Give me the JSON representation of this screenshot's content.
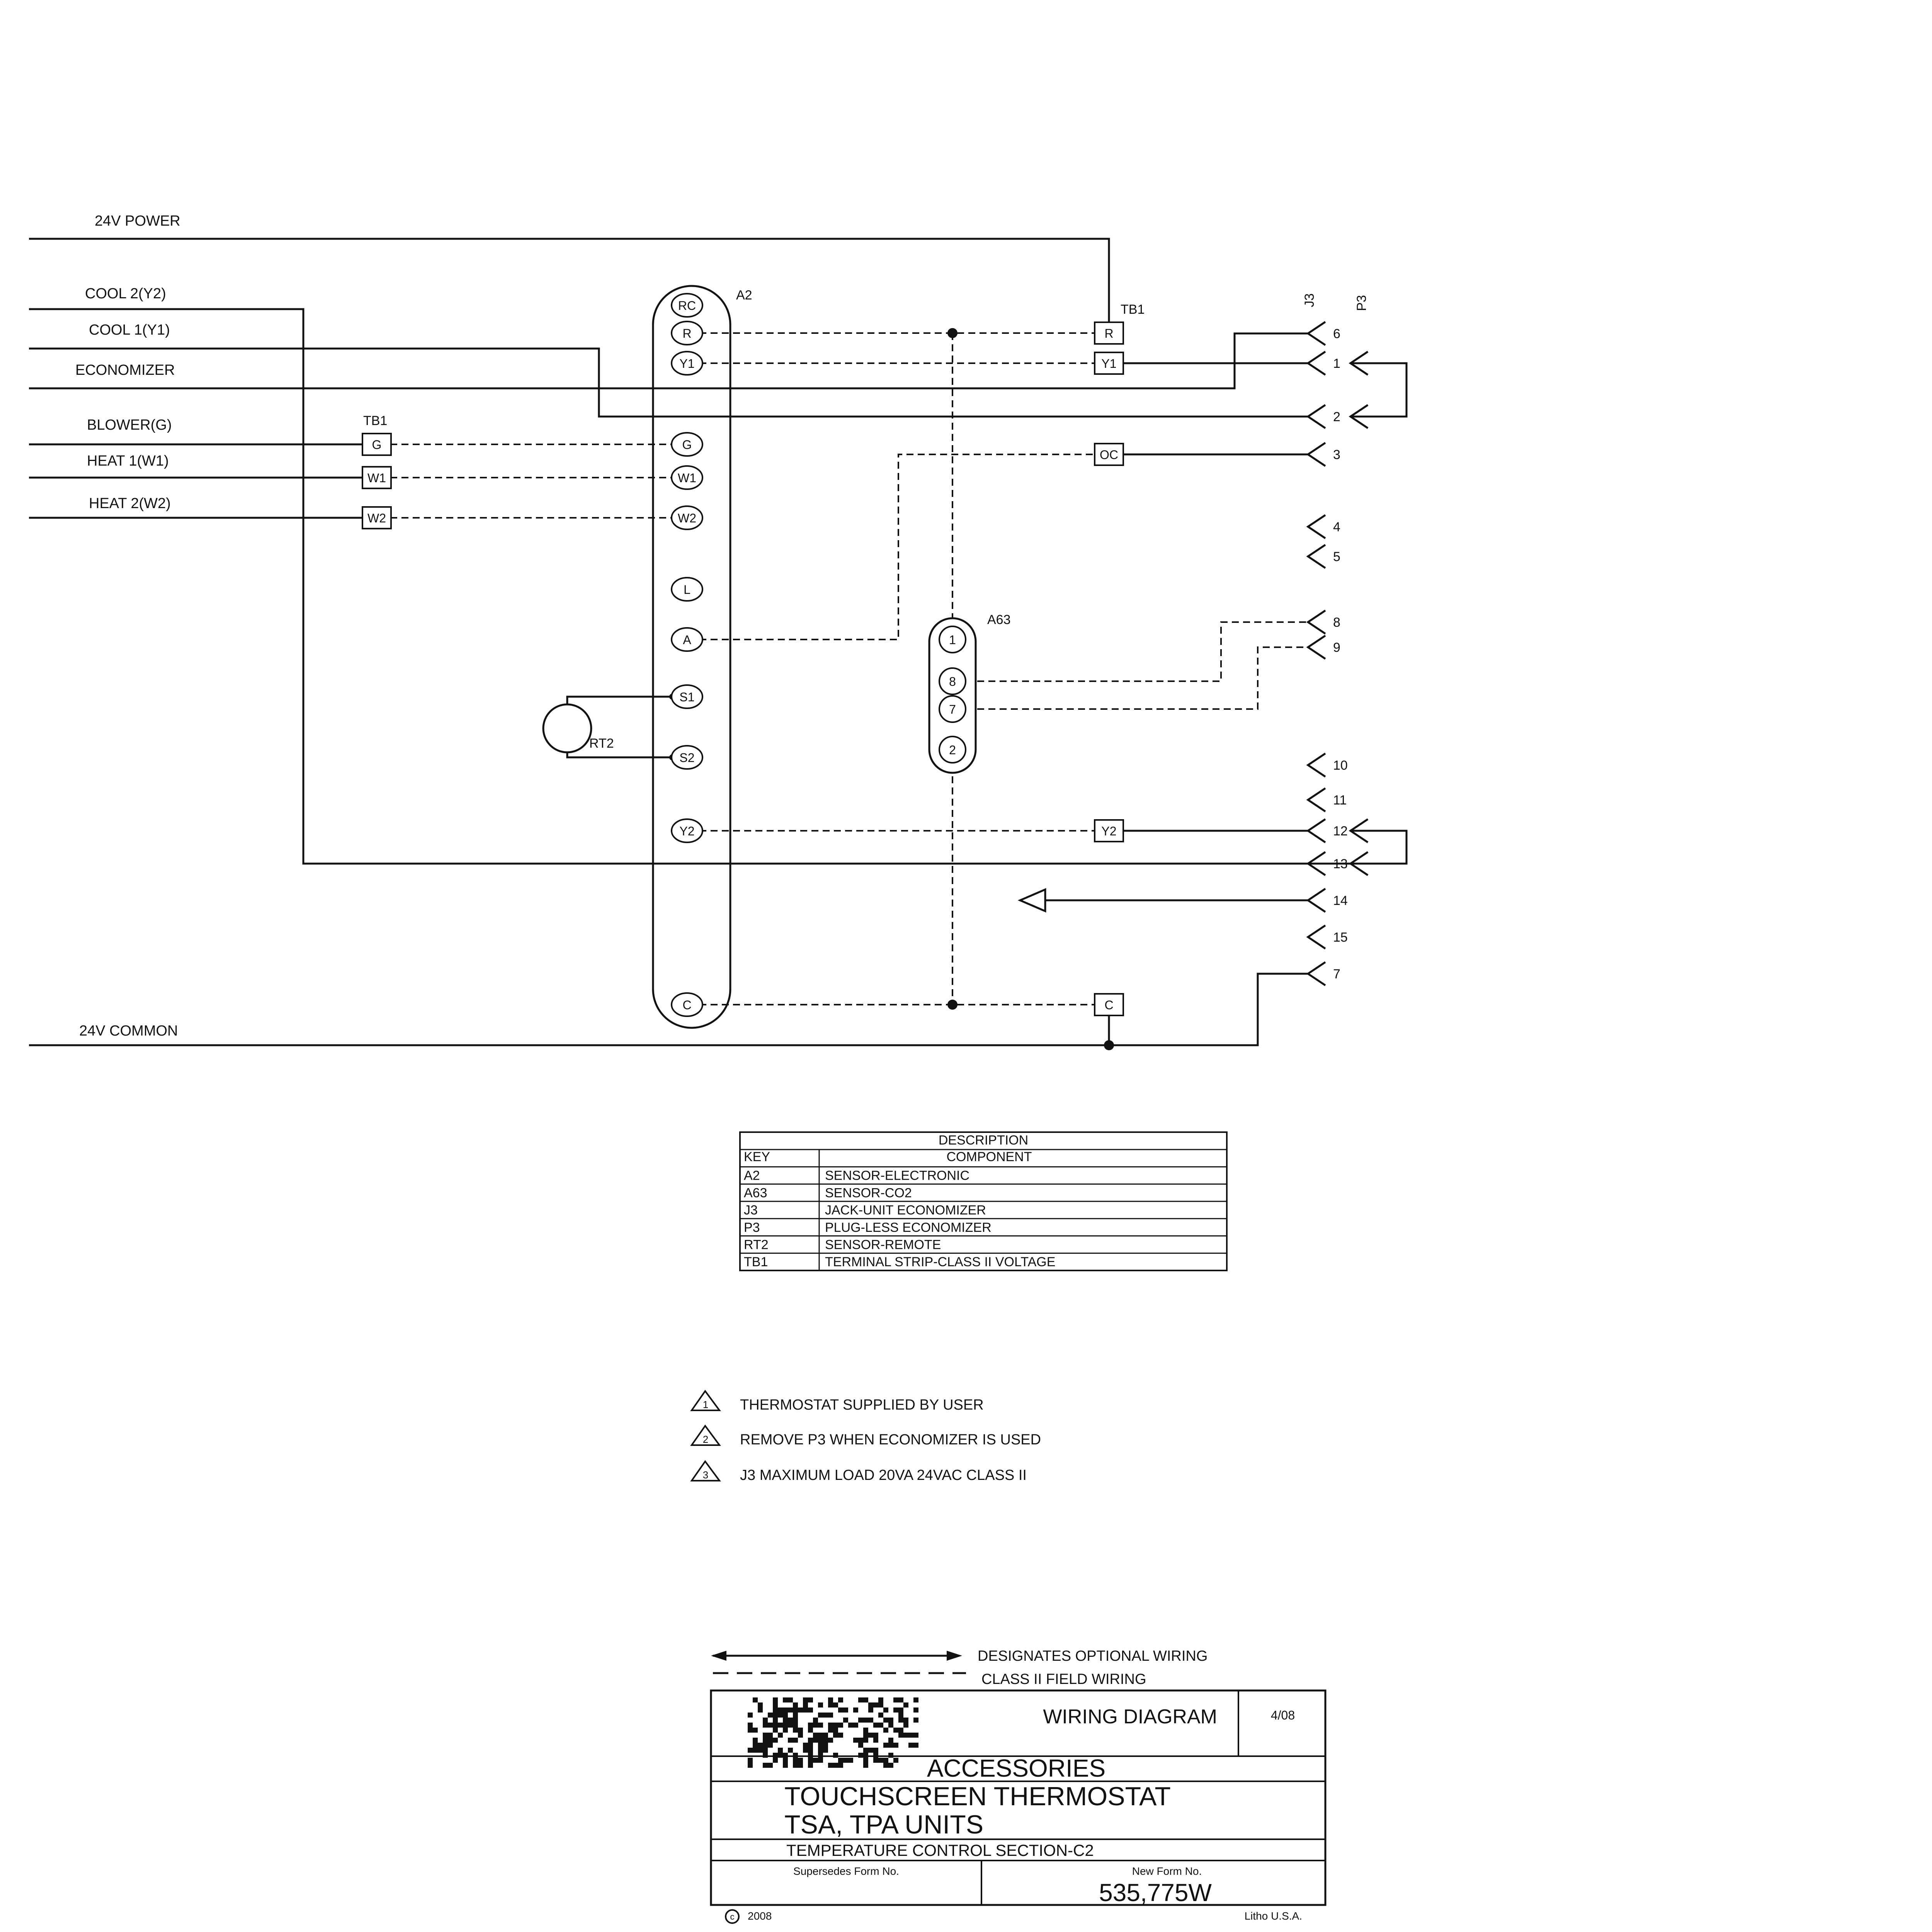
{
  "left_labels": {
    "power": "24V POWER",
    "cool2": "COOL 2(Y2)",
    "cool1": "COOL 1(Y1)",
    "economizer": "ECONOMIZER",
    "blower": "BLOWER(G)",
    "heat1": "HEAT 1(W1)",
    "heat2": "HEAT 2(W2)",
    "common": "24V COMMON"
  },
  "component_tags": {
    "a2": "A2",
    "tb1_left": "TB1",
    "tb1_right": "TB1",
    "a63": "A63",
    "rt2": "RT2",
    "j3": "J3",
    "p3": "P3"
  },
  "a2_terminals": [
    "RC",
    "R",
    "Y1",
    "G",
    "W1",
    "W2",
    "L",
    "A",
    "S1",
    "S2",
    "Y2",
    "C"
  ],
  "tb1_left_terminals": [
    "G",
    "W1",
    "W2"
  ],
  "tb1_right_terminals": [
    "R",
    "Y1",
    "OC",
    "Y2",
    "C"
  ],
  "a63_terminals": [
    "1",
    "8",
    "7",
    "2"
  ],
  "connector_pins": [
    "6",
    "1",
    "2",
    "3",
    "4",
    "5",
    "8",
    "9",
    "10",
    "11",
    "12",
    "13",
    "14",
    "15",
    "7"
  ],
  "table": {
    "title": "DESCRIPTION",
    "col_key": "KEY",
    "col_component": "COMPONENT",
    "rows": [
      {
        "key": "A2",
        "component": "SENSOR-ELECTRONIC"
      },
      {
        "key": "A63",
        "component": "SENSOR-CO2"
      },
      {
        "key": "J3",
        "component": "JACK-UNIT ECONOMIZER"
      },
      {
        "key": "P3",
        "component": "PLUG-LESS ECONOMIZER"
      },
      {
        "key": "RT2",
        "component": "SENSOR-REMOTE"
      },
      {
        "key": "TB1",
        "component": "TERMINAL STRIP-CLASS II VOLTAGE"
      }
    ]
  },
  "notes": [
    {
      "num": "1",
      "text": "THERMOSTAT SUPPLIED BY USER"
    },
    {
      "num": "2",
      "text": "REMOVE P3 WHEN ECONOMIZER IS USED"
    },
    {
      "num": "3",
      "text": "J3 MAXIMUM LOAD 20VA 24VAC CLASS II"
    }
  ],
  "legend": {
    "optional": "DESIGNATES OPTIONAL WIRING",
    "field": "CLASS II FIELD WIRING"
  },
  "title_block": {
    "type": "WIRING DIAGRAM",
    "date": "4/08",
    "category": "ACCESSORIES",
    "title_line1": "TOUCHSCREEN THERMOSTAT",
    "title_line2": "TSA, TPA UNITS",
    "section": "TEMPERATURE CONTROL SECTION-C2",
    "supersedes_label": "Supersedes Form No.",
    "new_form_label": "New Form No.",
    "form_no": "535,775W",
    "copyright": "2008",
    "litho": "Litho U.S.A."
  }
}
